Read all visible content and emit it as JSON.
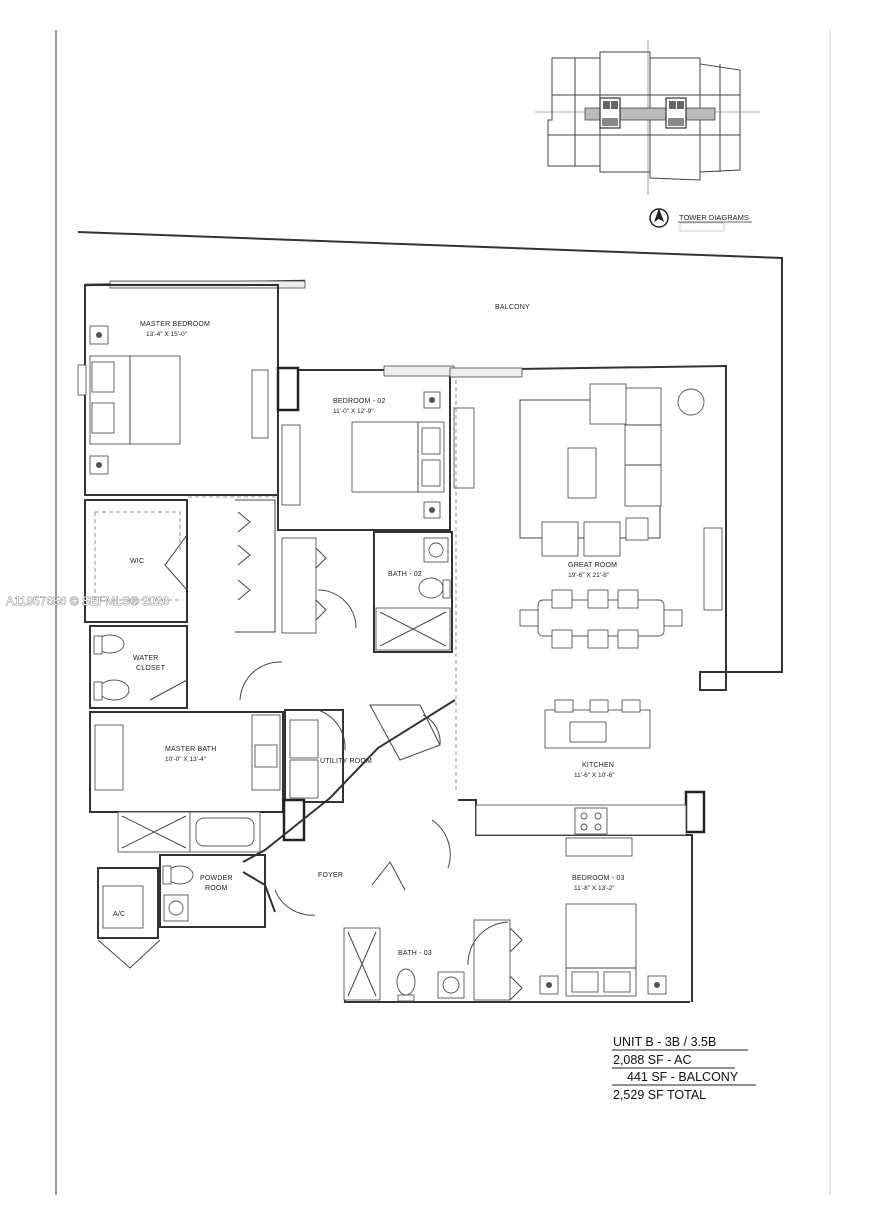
{
  "watermark": "A11957656 © SEFMLS® 2026",
  "tower": {
    "label": "TOWER DIAGRAMS"
  },
  "rooms": {
    "balcony": {
      "name": "BALCONY"
    },
    "master_bedroom": {
      "name": "MASTER BEDROOM",
      "dims": "13'-4\" X 15'-0\""
    },
    "bedroom_02": {
      "name": "BEDROOM - 02",
      "dims": "11'-0\" X 12'-9\""
    },
    "wic": {
      "name": "WIC"
    },
    "water_closet": {
      "name_line1": "WATER",
      "name_line2": "CLOSET"
    },
    "bath_02": {
      "name": "BATH - 02"
    },
    "great_room": {
      "name": "GREAT ROOM",
      "dims": "19'-6\" X 21'-8\""
    },
    "master_bath": {
      "name": "MASTER BATH",
      "dims": "10'-0\" X 13'-4\""
    },
    "utility_room": {
      "name": "UTILITY ROOM"
    },
    "kitchen": {
      "name": "KITCHEN",
      "dims": "11'-6\" X 10'-6\""
    },
    "powder_room": {
      "name_line1": "POWDER",
      "name_line2": "ROOM"
    },
    "ac": {
      "name": "A/C"
    },
    "foyer": {
      "name": "FOYER"
    },
    "bedroom_03": {
      "name": "BEDROOM - 03",
      "dims": "11'-8\" X 13'-2\""
    },
    "bath_03": {
      "name": "BATH - 03"
    }
  },
  "summary": {
    "unit": "UNIT B - 3B / 3.5B",
    "ac": "2,088 SF - AC",
    "balcony": "441 SF - BALCONY",
    "total": "2,529 SF TOTAL"
  }
}
